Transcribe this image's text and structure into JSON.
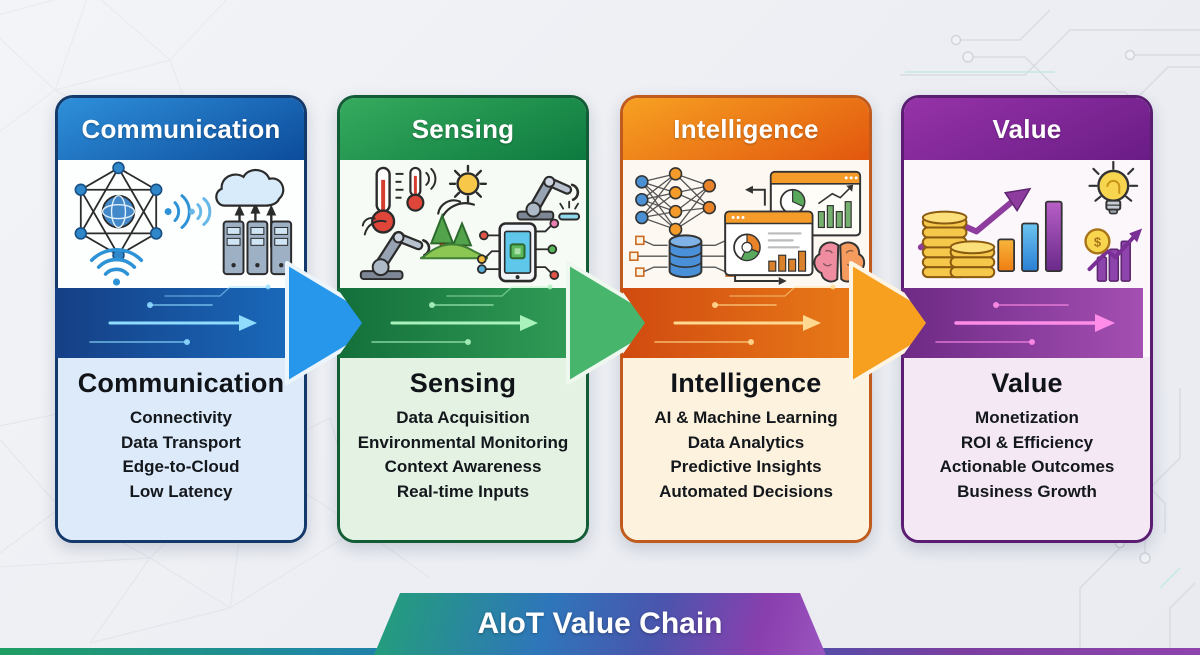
{
  "banner": {
    "label": "AIoT Value Chain"
  },
  "cards": [
    {
      "id": "communication",
      "title": "Communication",
      "items": [
        "Connectivity",
        "Data Transport",
        "Edge-to-Cloud",
        "Low Latency"
      ],
      "icons": [
        "network-globe-icon",
        "signal-waves-icon",
        "cloud-upload-icon",
        "server-rack-icon",
        "wifi-icon"
      ],
      "colors": {
        "header_from": "#2f90da",
        "header_to": "#0c4c9c",
        "border": "#14396b",
        "icon_bg": "#fdfefe",
        "text_bg": "#dceafa",
        "band_from": "#153f85",
        "band_to": "#1b7ad0",
        "arrow_fill": "#2697ea",
        "streak": "#8fdcff"
      }
    },
    {
      "id": "sensing",
      "title": "Sensing",
      "items": [
        "Data Acquisition",
        "Environmental Monitoring",
        "Context Awareness",
        "Real-time Inputs"
      ],
      "icons": [
        "thermometer-icon",
        "thermometer-signal-icon",
        "sun-icon",
        "robot-arm-icon",
        "robot-arm-2-icon",
        "landscape-icon",
        "signal-arcs-icon",
        "smart-device-icon"
      ],
      "colors": {
        "header_from": "#36ab5e",
        "header_to": "#0d7a3f",
        "border": "#145c36",
        "icon_bg": "#f7fbf5",
        "text_bg": "#e3f2e2",
        "band_from": "#136f3a",
        "band_to": "#3dae62",
        "arrow_fill": "#47b56c",
        "streak": "#a9f2bc"
      }
    },
    {
      "id": "intelligence",
      "title": "Intelligence",
      "items": [
        "AI & Machine Learning",
        "Data Analytics",
        "Predictive Insights",
        "Automated Decisions"
      ],
      "icons": [
        "neural-network-icon",
        "database-network-icon",
        "analytics-window-icon",
        "dashboard-window-icon",
        "flow-arrows-icon",
        "brain-icon"
      ],
      "colors": {
        "header_from": "#f7a122",
        "header_to": "#e2570e",
        "border": "#c05a1d",
        "icon_bg": "#fdf9f2",
        "text_bg": "#fdf2de",
        "band_from": "#d04a10",
        "band_to": "#f28d1b",
        "arrow_fill": "#f7a01f",
        "streak": "#ffd98f"
      }
    },
    {
      "id": "value",
      "title": "Value",
      "items": [
        "Monetization",
        "ROI & Efficiency",
        "Actionable Outcomes",
        "Business Growth"
      ],
      "icons": [
        "coin-stack-icon",
        "bar-chart-icon",
        "growth-arrow-icon",
        "lightbulb-icon",
        "roi-chart-icon",
        "dollar-coin-icon"
      ],
      "colors": {
        "header_from": "#9633a8",
        "header_to": "#6a1c86",
        "border": "#5a1d72",
        "icon_bg": "#fbf7fb",
        "text_bg": "#f3e8f4",
        "band_from": "#6d2a85",
        "band_to": "#a44fb2",
        "arrow_fill": "#b05cbd",
        "streak": "#ff8ce8"
      }
    }
  ],
  "glyphs": {
    "dollar": "$"
  }
}
